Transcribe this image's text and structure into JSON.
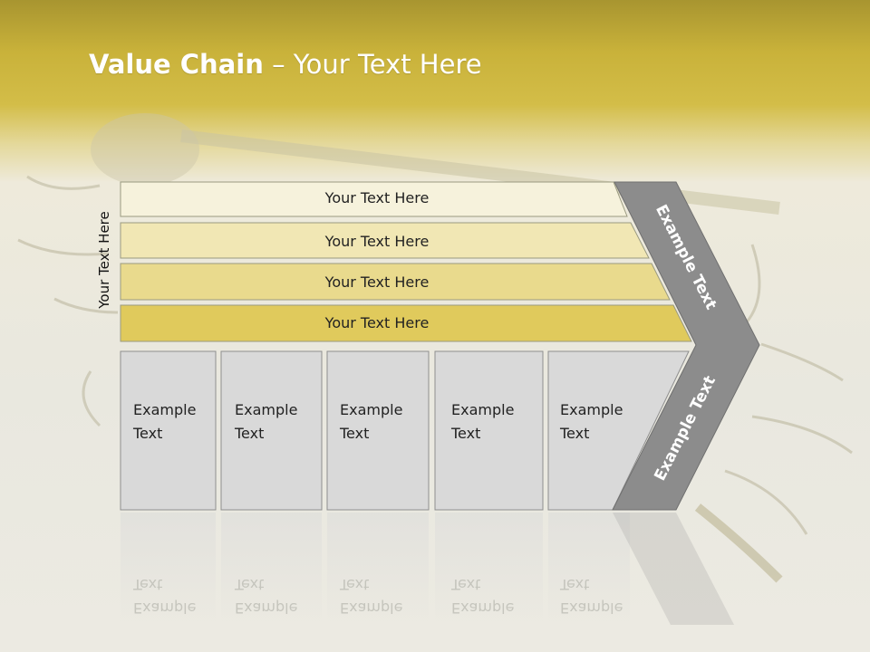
{
  "title": {
    "bold": "Value Chain",
    "rest": " – Your Text Here"
  },
  "side_label": "Your Text Here",
  "bars": [
    {
      "label": "Your Text Here",
      "color": "#f6f2dc"
    },
    {
      "label": "Your Text Here",
      "color": "#f1e7b4"
    },
    {
      "label": "Your Text Here",
      "color": "#e9da8d"
    },
    {
      "label": "Your Text Here",
      "color": "#e0ca5c"
    }
  ],
  "columns": [
    {
      "line1": "Example",
      "line2": "Text"
    },
    {
      "line1": "Example",
      "line2": "Text"
    },
    {
      "line1": "Example",
      "line2": "Text"
    },
    {
      "line1": "Example",
      "line2": "Text"
    },
    {
      "line1": "Example",
      "line2": "Text"
    }
  ],
  "arrow": {
    "upper": "Example Text",
    "lower": "Example Text",
    "color": "#8c8c8c"
  }
}
